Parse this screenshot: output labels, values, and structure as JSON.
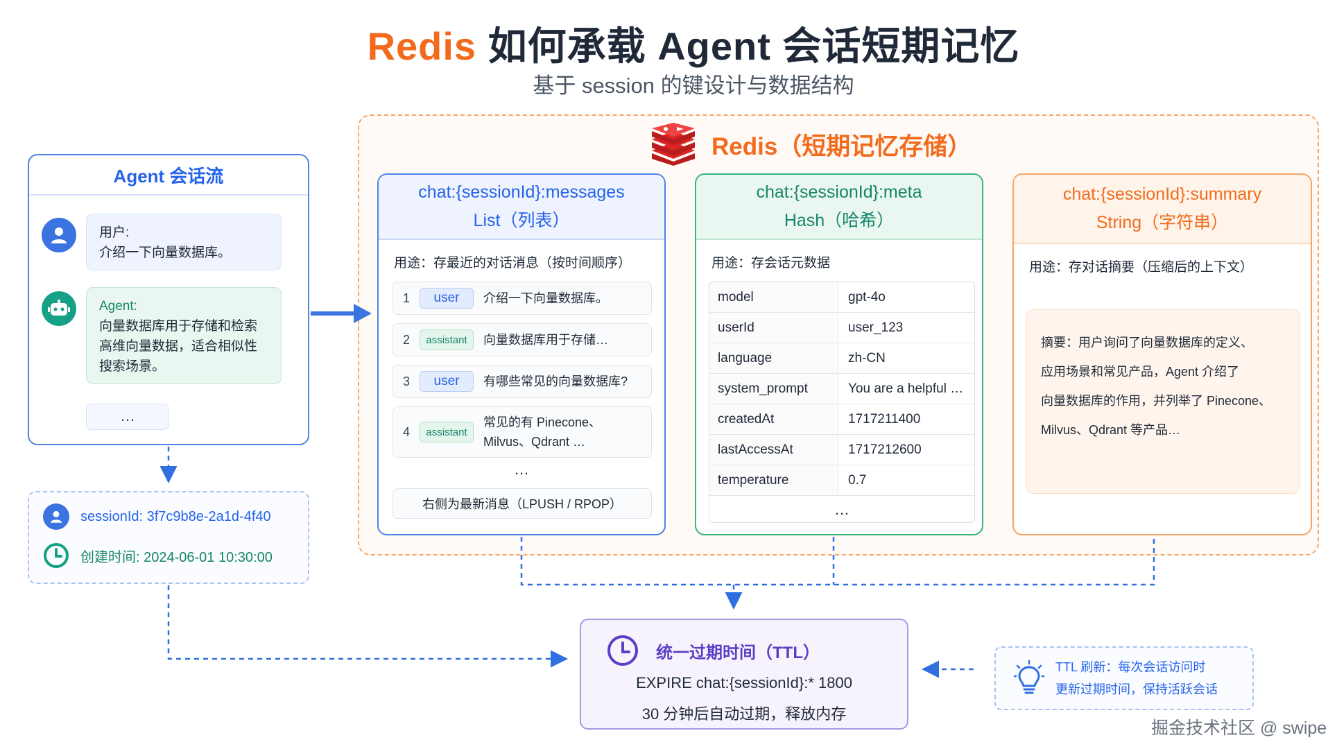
{
  "title": {
    "brand": "Redis",
    "rest": " 如何承载 Agent 会话短期记忆"
  },
  "subtitle": "基于 session 的键设计与数据结构",
  "redis": {
    "label": "Redis（短期记忆存储）"
  },
  "agent_panel": {
    "title": "Agent 会话流",
    "user_label": "用户:",
    "user_text": "介绍一下向量数据库。",
    "agent_label": "Agent:",
    "agent_text_lines": [
      "向量数据库用于存储和检索",
      "高维向量数据，适合相似性",
      "搜索场景。"
    ],
    "more": "…"
  },
  "session": {
    "id_text": "sessionId: 3f7c9b8e-2a1d-4f40",
    "created_text": "创建时间: 2024-06-01 10:30:00"
  },
  "list_card": {
    "key": "chat:{sessionId}:messages",
    "type": "List（列表）",
    "usage": "用途：存最近的对话消息（按时间顺序）",
    "messages": [
      {
        "idx": "1",
        "role": "user",
        "text": "介绍一下向量数据库。"
      },
      {
        "idx": "2",
        "role": "assistant",
        "text": "向量数据库用于存储…"
      },
      {
        "idx": "3",
        "role": "user",
        "text": "有哪些常见的向量数据库?"
      },
      {
        "idx": "4",
        "role": "assistant",
        "text_lines": [
          "常见的有 Pinecone、",
          "Milvus、Qdrant …"
        ]
      }
    ],
    "more": "…",
    "footer": "右侧为最新消息（LPUSH / RPOP）"
  },
  "hash_card": {
    "key": "chat:{sessionId}:meta",
    "type": "Hash（哈希）",
    "usage": "用途：存会话元数据",
    "rows": [
      {
        "k": "model",
        "v": "gpt-4o"
      },
      {
        "k": "userId",
        "v": "user_123"
      },
      {
        "k": "language",
        "v": "zh-CN"
      },
      {
        "k": "system_prompt",
        "v": "You are a helpful …"
      },
      {
        "k": "createdAt",
        "v": "1717211400"
      },
      {
        "k": "lastAccessAt",
        "v": "1717212600"
      },
      {
        "k": "temperature",
        "v": "0.7"
      }
    ],
    "more": "…"
  },
  "string_card": {
    "key": "chat:{sessionId}:summary",
    "type": "String（字符串）",
    "usage": "用途：存对话摘要（压缩后的上下文）",
    "summary_lines": [
      "摘要：用户询问了向量数据库的定义、",
      "应用场景和常见产品，Agent 介绍了",
      "向量数据库的作用，并列举了 Pinecone、",
      "Milvus、Qdrant 等产品…"
    ]
  },
  "ttl": {
    "title": "统一过期时间（TTL）",
    "command": "EXPIRE chat:{sessionId}:* 1800",
    "note": "30 分钟后自动过期，释放内存"
  },
  "tip": {
    "lines": [
      "TTL 刷新：每次会话访问时",
      "更新过期时间，保持活跃会话"
    ]
  },
  "watermark": "掘金技术社区 @ swipe",
  "colors": {
    "brand": "#f26b1d",
    "blue": "#2563eb",
    "green": "#16856a",
    "purple": "#5b3fc4"
  },
  "icons": [
    "redis-logo-icon",
    "user-avatar-icon",
    "robot-avatar-icon",
    "clock-icon",
    "lightbulb-icon"
  ]
}
